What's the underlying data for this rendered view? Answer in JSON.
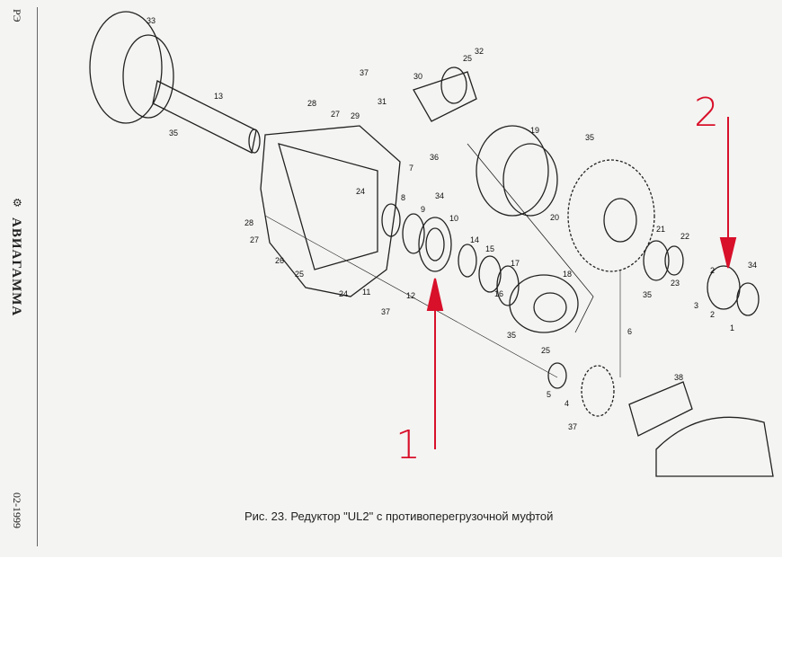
{
  "margin": {
    "doc_code": "РЭ",
    "publisher": "АВИАГАММА",
    "date": "02-1999"
  },
  "caption": "Рис. 23.  Редуктор \"UL2\" с противоперегрузочной муфтой",
  "annotations": {
    "arrow1_label": "1",
    "arrow2_label": "2",
    "color": "#d8102a"
  },
  "part_labels": [
    "33",
    "13",
    "35",
    "28",
    "27",
    "37",
    "29",
    "31",
    "30",
    "25",
    "32",
    "36",
    "7",
    "8",
    "34",
    "9",
    "10",
    "24",
    "26",
    "28",
    "27",
    "25",
    "11",
    "12",
    "37",
    "14",
    "15",
    "16",
    "17",
    "18",
    "35",
    "25",
    "19",
    "35",
    "20",
    "21",
    "22",
    "23",
    "35",
    "6",
    "5",
    "4",
    "37",
    "38",
    "2",
    "34",
    "3",
    "2",
    "1",
    "24"
  ]
}
